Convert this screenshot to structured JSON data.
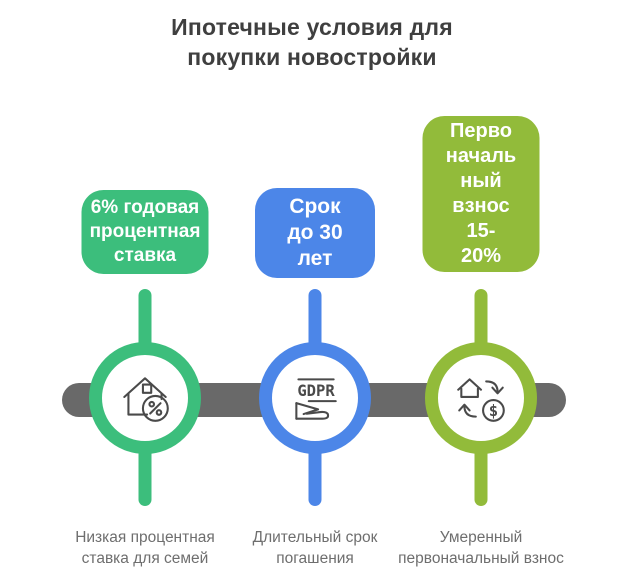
{
  "title": "Ипотечные условия для\nпокупки новостройки",
  "timeline": {
    "color": "#696969"
  },
  "colors": {
    "title_text": "#3F3F3F",
    "caption_text": "#6E6E6E",
    "badge_text": "#FFFFFF",
    "icon_stroke": "#4A4A4A"
  },
  "columns": [
    {
      "badge": "6% годовая\nпроцентная\nставка",
      "caption": "Низкая процентная\nставка для семей",
      "color": "#3CBE7C",
      "icon": "house-percent-icon"
    },
    {
      "badge": "Срок\nдо 30\nлет",
      "caption": "Длительный срок\nпогашения",
      "color": "#4C86E8",
      "icon": "gdpr-stamp-icon",
      "icon_text": "GDPR"
    },
    {
      "badge": "Перво\nначаль\nный\nвзнос\n15-\n20%",
      "caption": "Умеренный\nпервоначальный взнос",
      "color": "#92BB3A",
      "icon": "house-dollar-exchange-icon",
      "icon_text": "$"
    }
  ]
}
